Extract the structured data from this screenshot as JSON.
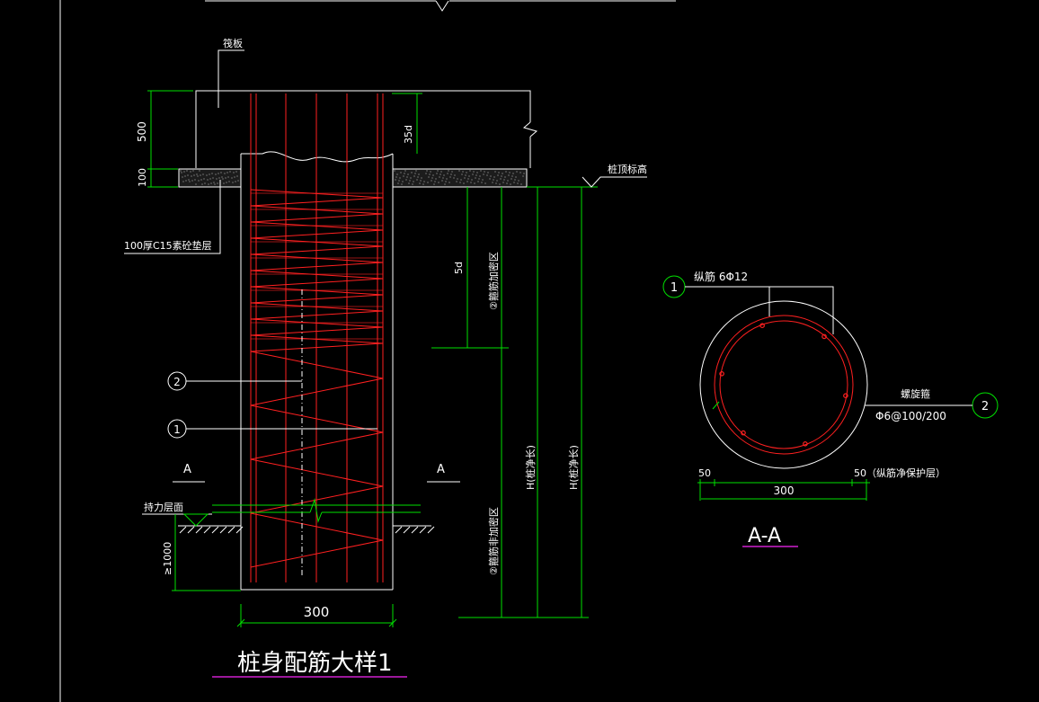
{
  "colors": {
    "background": "#000000",
    "outline": "#ffffff",
    "rebar": "#ff2020",
    "dimension": "#00e000",
    "title_underline": "#d020d0",
    "hatch": "#bbbbbb"
  },
  "elevation": {
    "title": "桩身配筋大样1",
    "cap_label": "筏板",
    "cushion_label": "100厚C15素砼垫层",
    "pile_top_label": "桩顶标高",
    "bearing_layer_label": "持力层面",
    "dim_500": "500",
    "dim_100": "100",
    "dim_35d": "35d",
    "dim_5d": "5d",
    "dim_1000": "≥1000",
    "dim_width": "300",
    "dense_zone_label": "②箍筋加密区",
    "normal_zone_label": "②箍筋非加密区",
    "h_pile_net": "H(桩净长)",
    "h_pile_length": "H(桩净长)",
    "section_mark_left": "A",
    "section_mark_right": "A",
    "callout_1": "1",
    "callout_2": "2"
  },
  "section": {
    "title": "A-A",
    "longitudinal_label": "纵筋 6Φ12",
    "spiral_label": "螺旋箍",
    "spiral_spec": "Φ6@100/200",
    "cover_left": "50",
    "cover_right": "50（纵筋净保护层）",
    "diameter": "300",
    "callout_1": "1",
    "callout_2": "2"
  }
}
